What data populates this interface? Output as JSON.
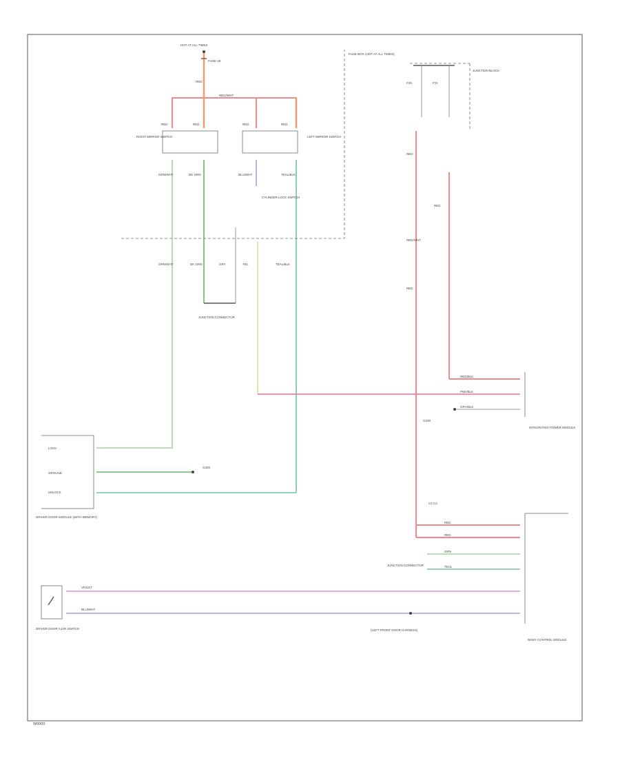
{
  "footer": {
    "code": "W0000"
  },
  "labels": {
    "top_fuse": "HOT AT ALL TIMES",
    "fuse_box": "FUSE BOX (HOT AT ALL TIMES)",
    "left_switch": "RIGHT MIRROR SWITCH",
    "right_switch": "LEFT MIRROR SWITCH",
    "connector_top_right": "JUNCTION BLOCK",
    "splice_1": "JUNCTION CONNECTOR",
    "cyl_lock": "CYLINDER LOCK SWITCH",
    "module_left": "DRIVER DOOR MODULE (WITH MEMORY)",
    "module_right_top": "INTEGRATED POWER MODULE",
    "module_right_bottom": "BODY CONTROL MODULE",
    "sensor_left": "DRIVER DOOR AJAR SWITCH",
    "ground_1": "G200",
    "ground_2": "G300",
    "splice_2": "JUNCTION CONNECTOR",
    "note_bottom": "(LEFT FRONT DOOR HARNESS)"
  }
}
